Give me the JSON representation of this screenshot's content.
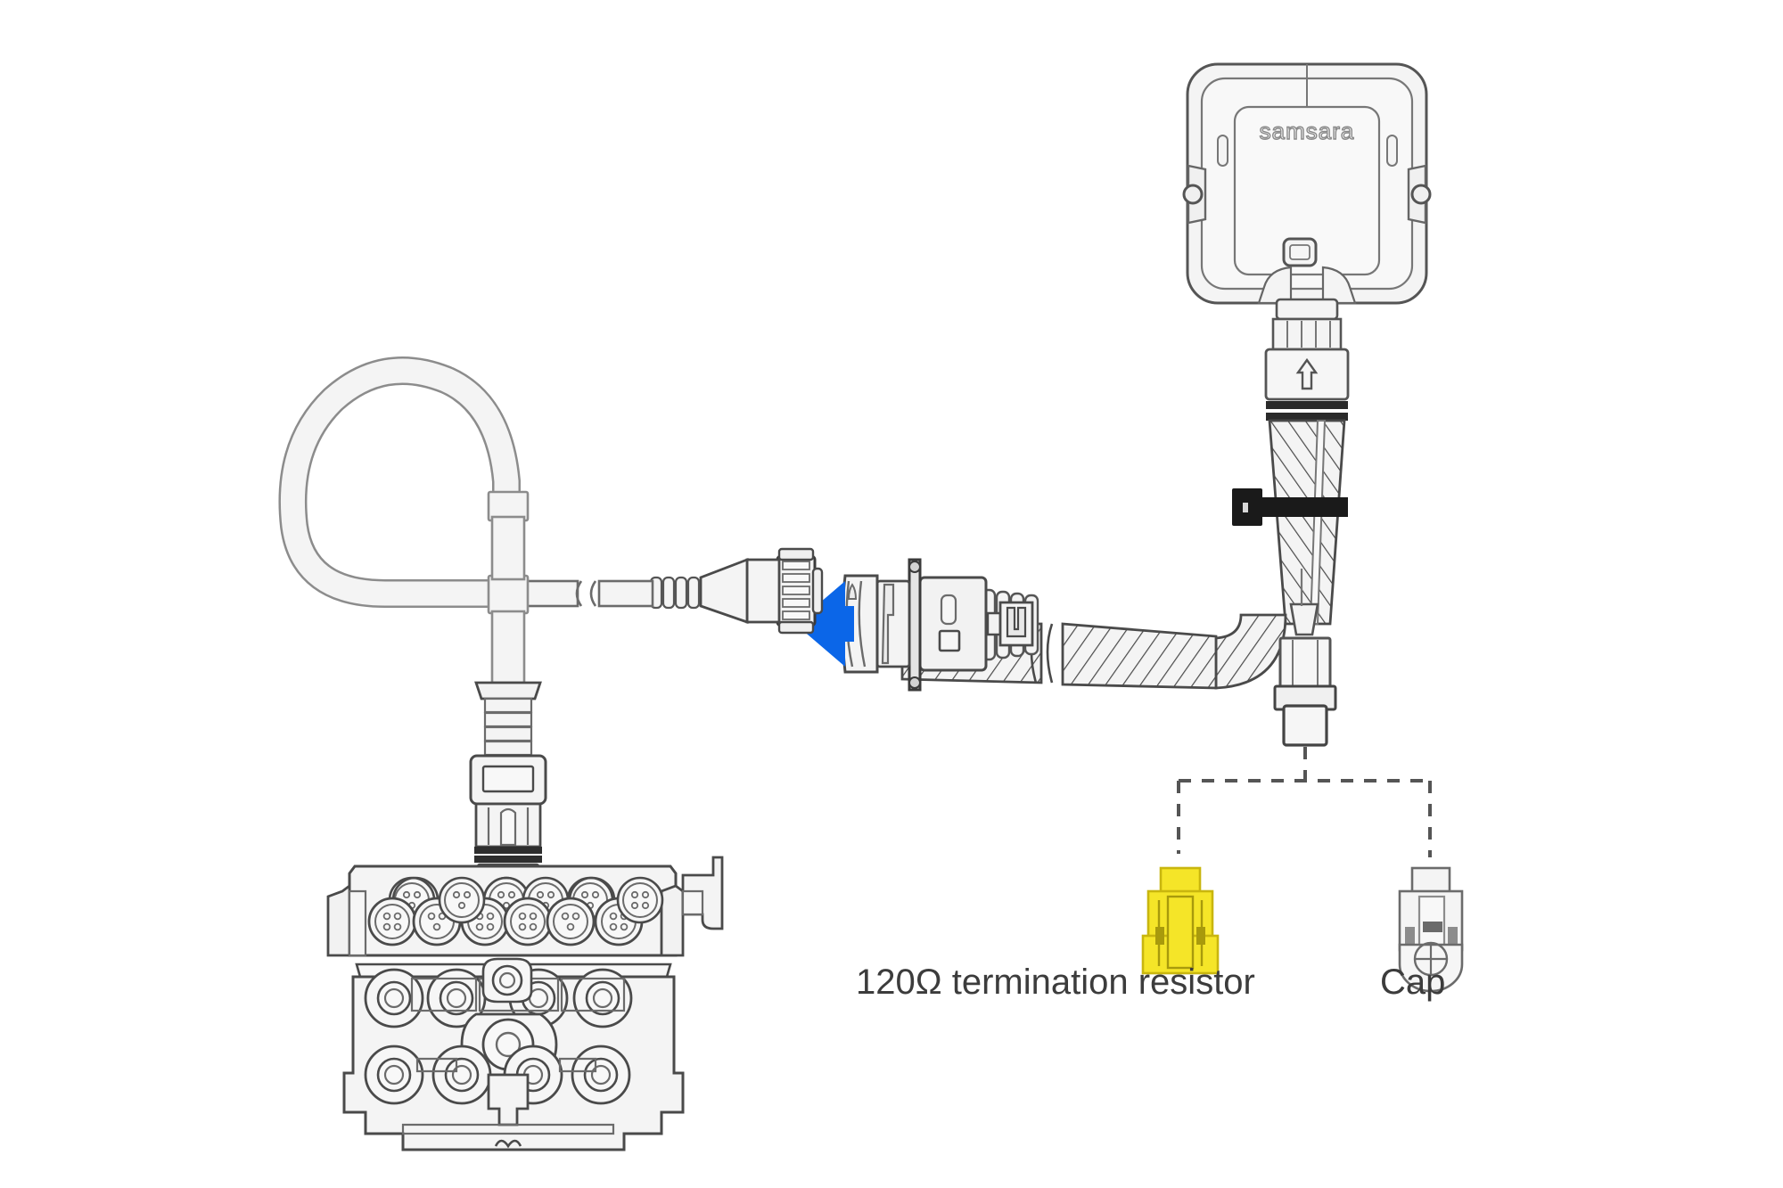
{
  "diagram": {
    "title": "Samsara vehicle gateway CAN bus installation",
    "background_color": "#ffffff"
  },
  "device": {
    "brand_label": "samsara",
    "body_fill": "#f4f4f4",
    "outline_color": "#555555",
    "connector_marking": "up-arrow"
  },
  "labels": {
    "termination_resistor": "120Ω termination resistor",
    "cap": "Cap"
  },
  "colors": {
    "accent_blue": "#0b66e8",
    "resistor_yellow": "#f5e528",
    "part_fill": "#f4f4f4",
    "outline": "#4a4a4a",
    "light_outline": "#8c8c8c",
    "text": "#3c3c3c",
    "zip_tie_black": "#1a1a1a",
    "dashed_guide": "#555555"
  },
  "parts": {
    "engine": "engine-block",
    "loop_cable": "service-loop-cable",
    "tee_connector": "tee-splitter",
    "deutsch_connector": "9-pin-deutsch-connector",
    "braided_cable": "braided-harness-cable",
    "zip_tie": "cable-zip-tie",
    "stub_connector": "branch-stub-connector"
  },
  "arrows": {
    "mate_arrow_direction": "left",
    "engine_arrow_direction": "down",
    "engine_arrow_count": 2
  }
}
